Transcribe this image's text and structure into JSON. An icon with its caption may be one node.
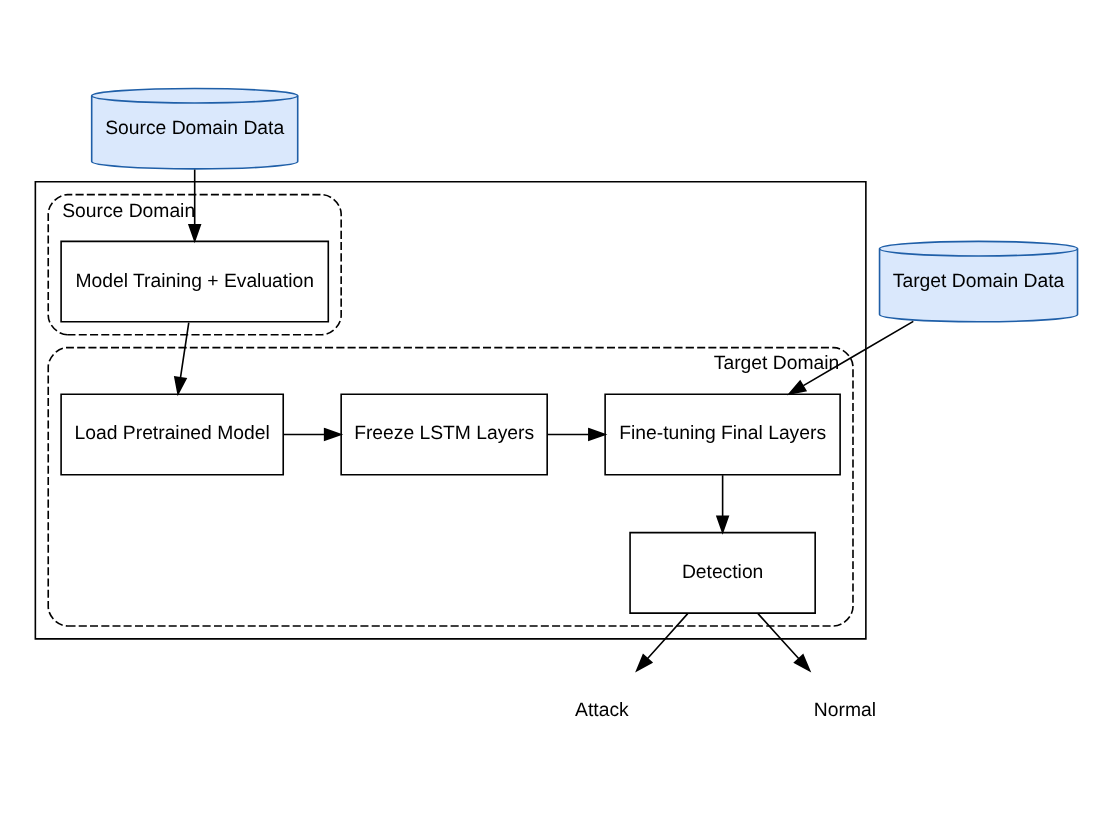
{
  "diagram": {
    "nodes": [
      {
        "text": [],
        "shape": "box"
      },
      {
        "text": [
          "Source Domain"
        ],
        "in": 0
      },
      {
        "text": [
          "Model Training + Evaluation"
        ],
        "in": 1
      },
      {
        "text": [
          "Target Domain"
        ],
        "in": 0
      },
      {
        "text": [
          "Load Pretrained Model"
        ],
        "in": 3
      },
      {
        "text": [
          "Freeze LSTM Layers"
        ],
        "in": 3
      },
      {
        "text": [
          "Fine-tuning Final Layers"
        ],
        "in": 3
      },
      {
        "text": [
          "Detection"
        ],
        "in": 3
      },
      {
        "text": [
          "Source Domain Data"
        ]
      },
      {
        "text": [
          "Target Domain Data"
        ]
      },
      {
        "text": [
          "Attack"
        ]
      },
      {
        "text": [
          "Normal"
        ]
      }
    ],
    "edges": [
      {
        "from": 8,
        "to": 2,
        "arrow": "to"
      },
      {
        "from": 2,
        "to": 4,
        "arrow": "to"
      },
      {
        "from": 4,
        "to": 5,
        "arrow": "to"
      },
      {
        "from": 5,
        "to": 6,
        "arrow": "to"
      },
      {
        "from": 9,
        "to": 6,
        "arrow": "to"
      },
      {
        "from": 6,
        "to": 7,
        "arrow": "to"
      },
      {
        "from": 7,
        "to": 10,
        "arrow": "to"
      },
      {
        "from": 7,
        "to": 11,
        "arrow": "to"
      }
    ]
  }
}
